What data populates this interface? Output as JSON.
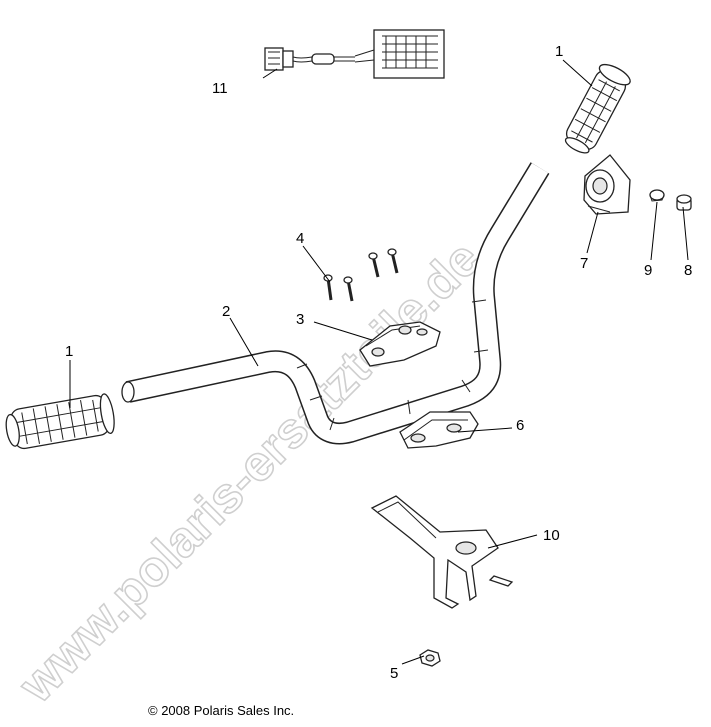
{
  "watermark": "www.polaris-ersatzteile.de",
  "copyright": "© 2008 Polaris Sales Inc.",
  "callouts": {
    "grip_right": "1",
    "grip_left": "1",
    "handlebar": "2",
    "clamp_top": "3",
    "bolts": "4",
    "nut": "5",
    "clamp_bottom": "6",
    "housing": "7",
    "plug": "8",
    "cap": "9",
    "bracket": "10",
    "heater_harness": "11"
  }
}
